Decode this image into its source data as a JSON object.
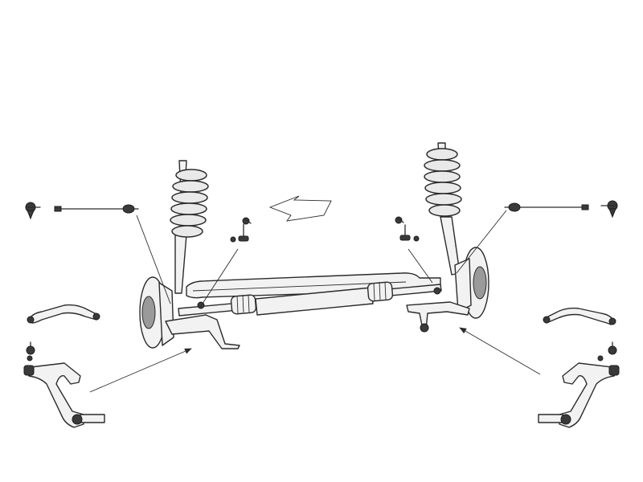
{
  "diagram": {
    "parts": [
      {
        "id": "tie-rod-end-left",
        "icon": "tie-rod-end-icon"
      },
      {
        "id": "inner-tie-rod-left",
        "icon": "tie-rod-icon"
      },
      {
        "id": "strut-spring-left",
        "icon": "coil-spring-icon"
      },
      {
        "id": "stabilizer-link-left",
        "icon": "stabilizer-link-icon"
      },
      {
        "id": "upper-arm-left",
        "icon": "control-arm-icon"
      },
      {
        "id": "ball-joint-left",
        "icon": "ball-joint-icon"
      },
      {
        "id": "lower-control-arm-left",
        "icon": "wishbone-icon"
      },
      {
        "id": "steering-rack",
        "icon": "steering-rack-icon"
      },
      {
        "id": "direction-arrow",
        "icon": "arrow-icon"
      },
      {
        "id": "tie-rod-end-right",
        "icon": "tie-rod-end-icon"
      },
      {
        "id": "inner-tie-rod-right",
        "icon": "tie-rod-icon"
      },
      {
        "id": "strut-spring-right",
        "icon": "coil-spring-icon"
      },
      {
        "id": "stabilizer-link-right",
        "icon": "stabilizer-link-icon"
      },
      {
        "id": "upper-arm-right",
        "icon": "control-arm-icon"
      },
      {
        "id": "ball-joint-right",
        "icon": "ball-joint-icon"
      },
      {
        "id": "lower-control-arm-right",
        "icon": "wishbone-icon"
      }
    ],
    "colors": {
      "outline": "#2b2b2b",
      "fill": "#f2f2f2",
      "dark": "#3a3a3a",
      "background": "#ffffff"
    }
  }
}
